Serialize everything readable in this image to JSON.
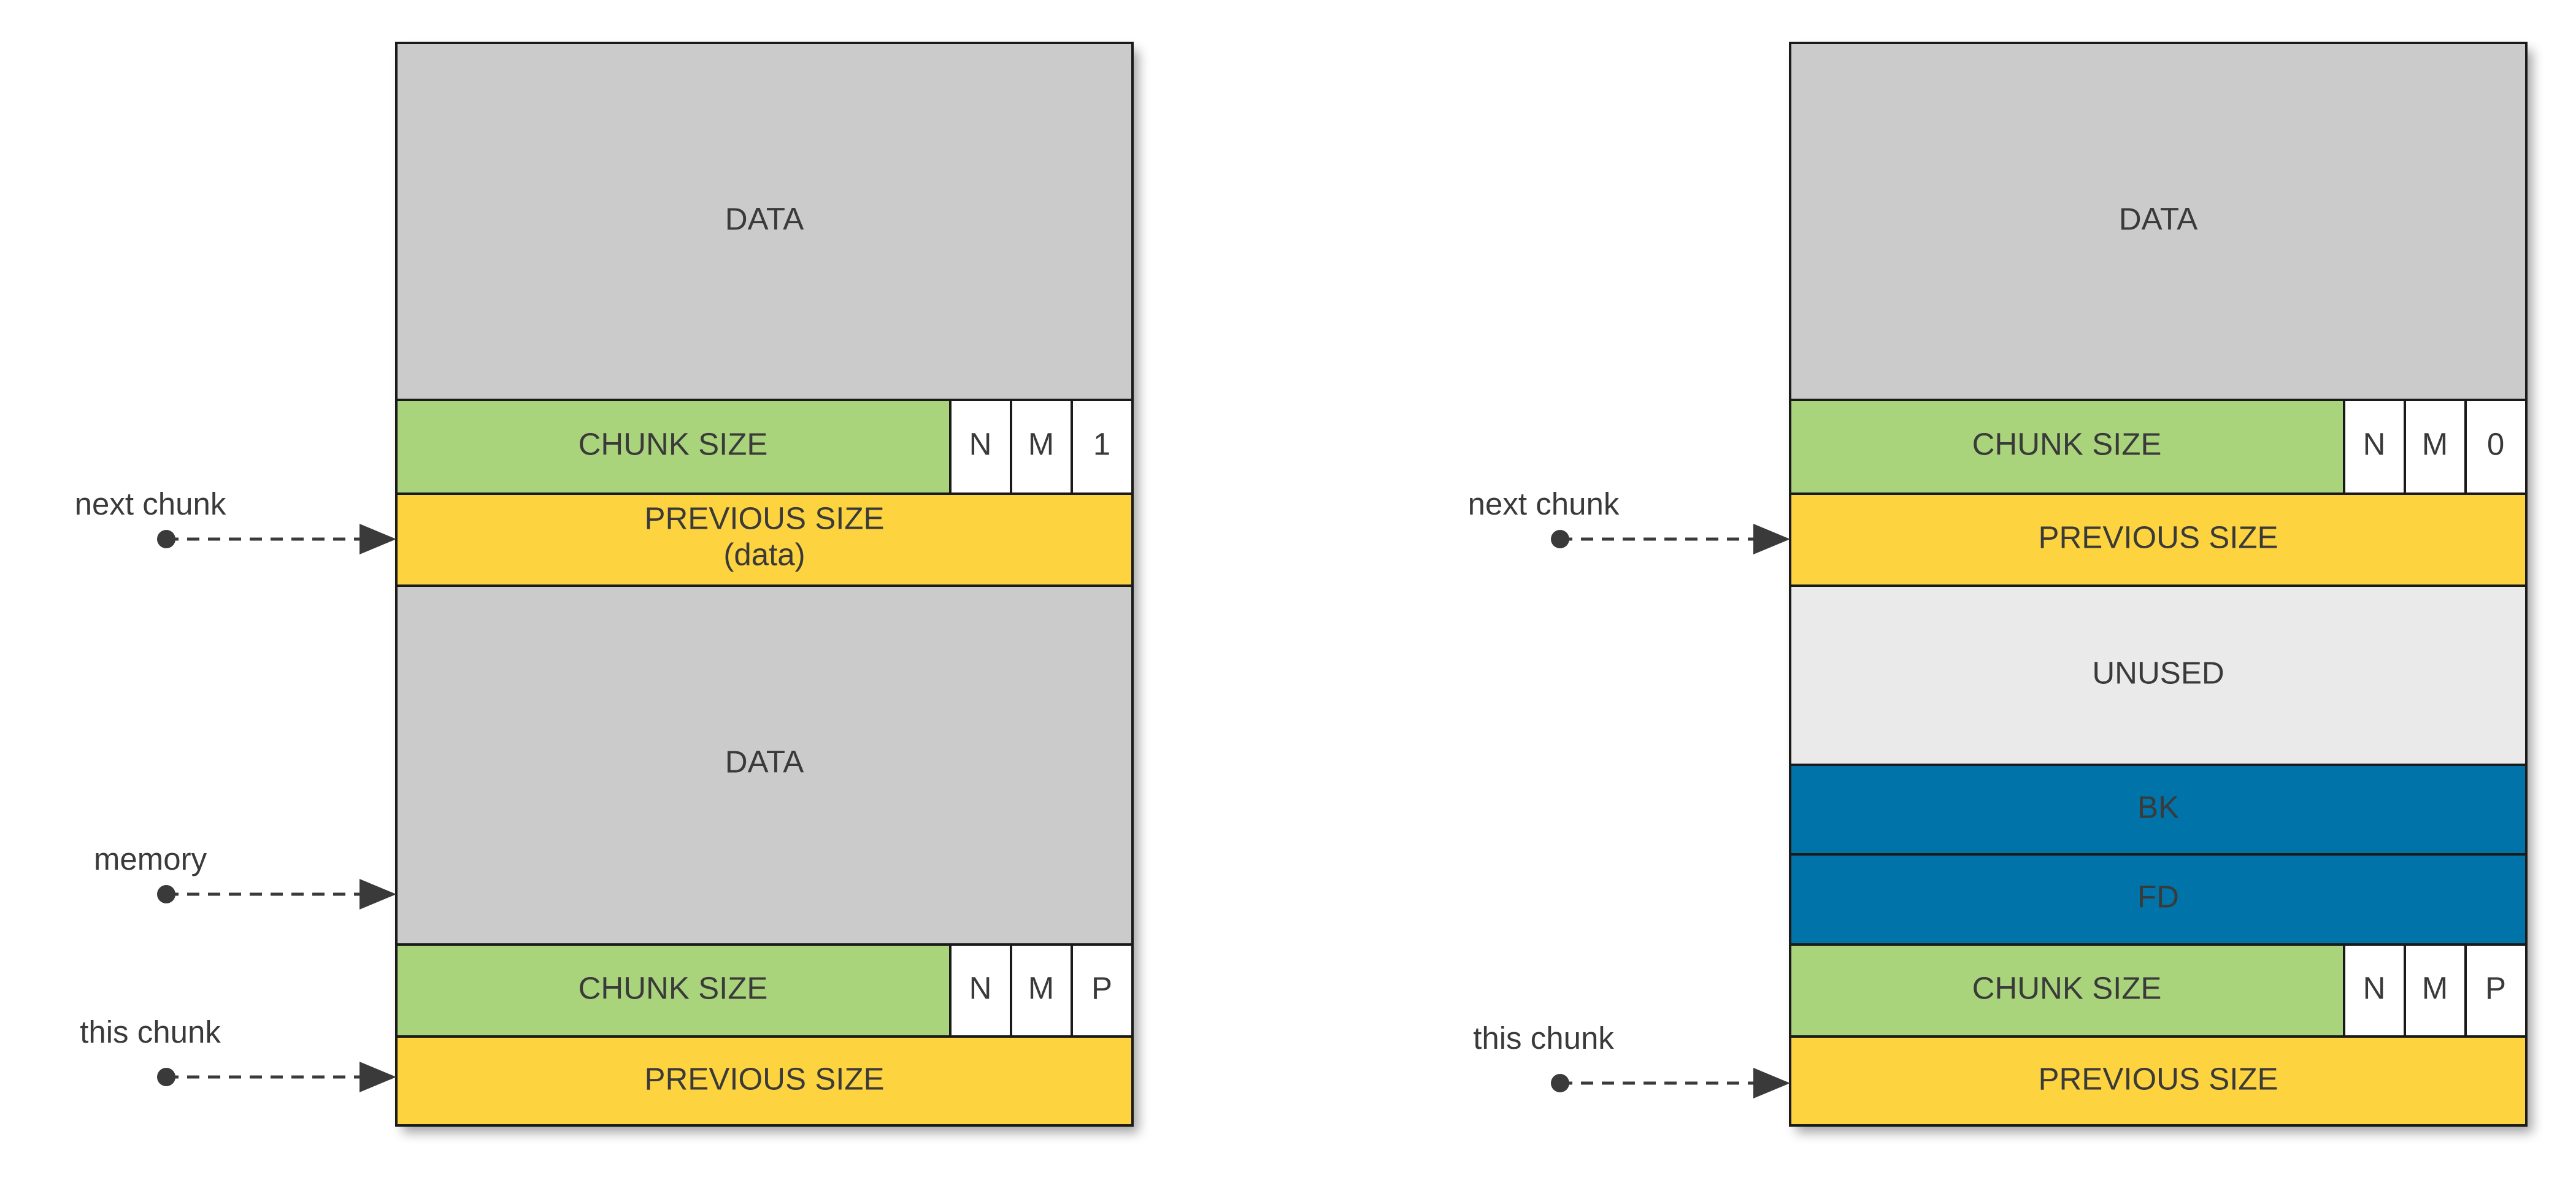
{
  "left_chunk": {
    "top_data": "DATA",
    "next_header": {
      "size_label": "CHUNK SIZE",
      "flags": [
        "N",
        "M",
        "1"
      ]
    },
    "next_prev_size": {
      "line1": "PREVIOUS SIZE",
      "line2": "(data)"
    },
    "user_data": "DATA",
    "this_header": {
      "size_label": "CHUNK SIZE",
      "flags": [
        "N",
        "M",
        "P"
      ]
    },
    "this_prev_size": "PREVIOUS SIZE",
    "pointers": {
      "next_chunk": "next chunk",
      "memory": "memory",
      "this_chunk": "this chunk"
    }
  },
  "right_chunk": {
    "top_data": "DATA",
    "next_header": {
      "size_label": "CHUNK SIZE",
      "flags": [
        "N",
        "M",
        "0"
      ]
    },
    "next_prev_size": "PREVIOUS SIZE",
    "unused": "UNUSED",
    "bk": "BK",
    "fd": "FD",
    "this_header": {
      "size_label": "CHUNK SIZE",
      "flags": [
        "N",
        "M",
        "P"
      ]
    },
    "this_prev_size": "PREVIOUS SIZE",
    "pointers": {
      "next_chunk": "next chunk",
      "this_chunk": "this chunk"
    }
  },
  "colors": {
    "data": "#cbcbcb",
    "chunk_size": "#a9d47c",
    "previous_size": "#fdd33f",
    "unused": "#eaeaea",
    "link": "#0073a8",
    "flag": "#ffffff",
    "outline": "#1a1a1a",
    "pointer": "#3a3a3a"
  }
}
